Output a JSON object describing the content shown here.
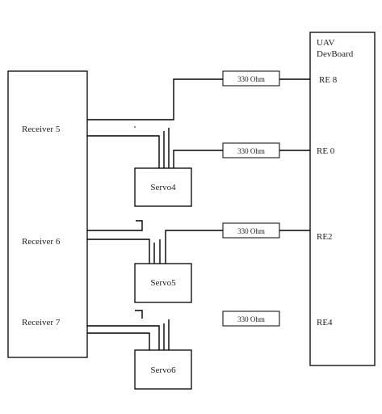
{
  "dev_board": {
    "title_line1": "UAV",
    "title_line2": "DevBoard"
  },
  "pins": {
    "re8": "RE 8",
    "re0": "RE 0",
    "re2": "RE2",
    "re4": "RE4"
  },
  "resistors": {
    "r1": "330 Ohm",
    "r2": "330 Ohm",
    "r3": "330 Ohm",
    "r4": "330 Ohm"
  },
  "receiver": {
    "ch5": "Receiver 5",
    "ch6": "Receiver 6",
    "ch7": "Receiver 7"
  },
  "servos": {
    "s4": "Servo4",
    "s5": "Servo5",
    "s6": "Servo6"
  },
  "colors": {
    "line": "#000000",
    "text": "#222222",
    "background": "#ffffff"
  }
}
